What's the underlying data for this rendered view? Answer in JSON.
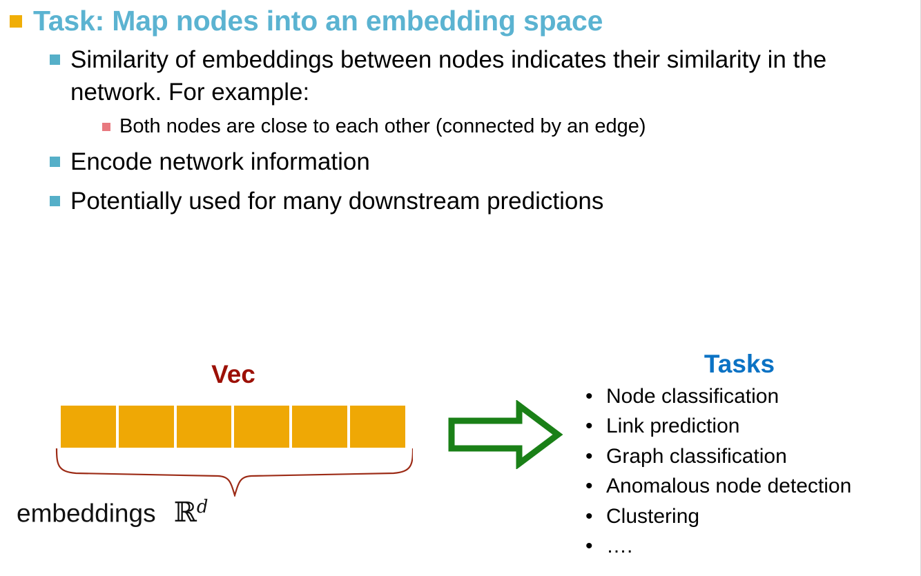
{
  "slide": {
    "title": "Task: Map nodes into an embedding space",
    "bullets": [
      {
        "level": 2,
        "text": "Similarity of embeddings between nodes indicates their similarity in the network. For example:"
      },
      {
        "level": 3,
        "text": "Both nodes are close to each other (connected by an edge)"
      },
      {
        "level": 2,
        "text": "Encode network information"
      },
      {
        "level": 2,
        "text": "Potentially used for many downstream predictions"
      }
    ]
  },
  "diagram": {
    "vec_label": "Vec",
    "vector_cell_count": 6,
    "caption": "embeddings",
    "space_symbol": "ℝ",
    "space_superscript": "d",
    "arrow_direction": "right"
  },
  "tasks": {
    "heading": "Tasks",
    "items": [
      "Node classification",
      "Link prediction",
      "Graph classification",
      "Anomalous node detection",
      "Clustering",
      "…."
    ],
    "bullet_glyph": "•"
  },
  "colors": {
    "title": "#5BB3D1",
    "title_bullet": "#F0AE07",
    "level2_bullet": "#55AFC8",
    "level3_bullet": "#E8797F",
    "vec_label": "#9C1006",
    "vector_cell": "#EFA805",
    "brace": "#9C2B16",
    "arrow": "#1A8017",
    "tasks_heading": "#0A72C4",
    "body_text": "#000000",
    "background": "#FFFFFF"
  }
}
